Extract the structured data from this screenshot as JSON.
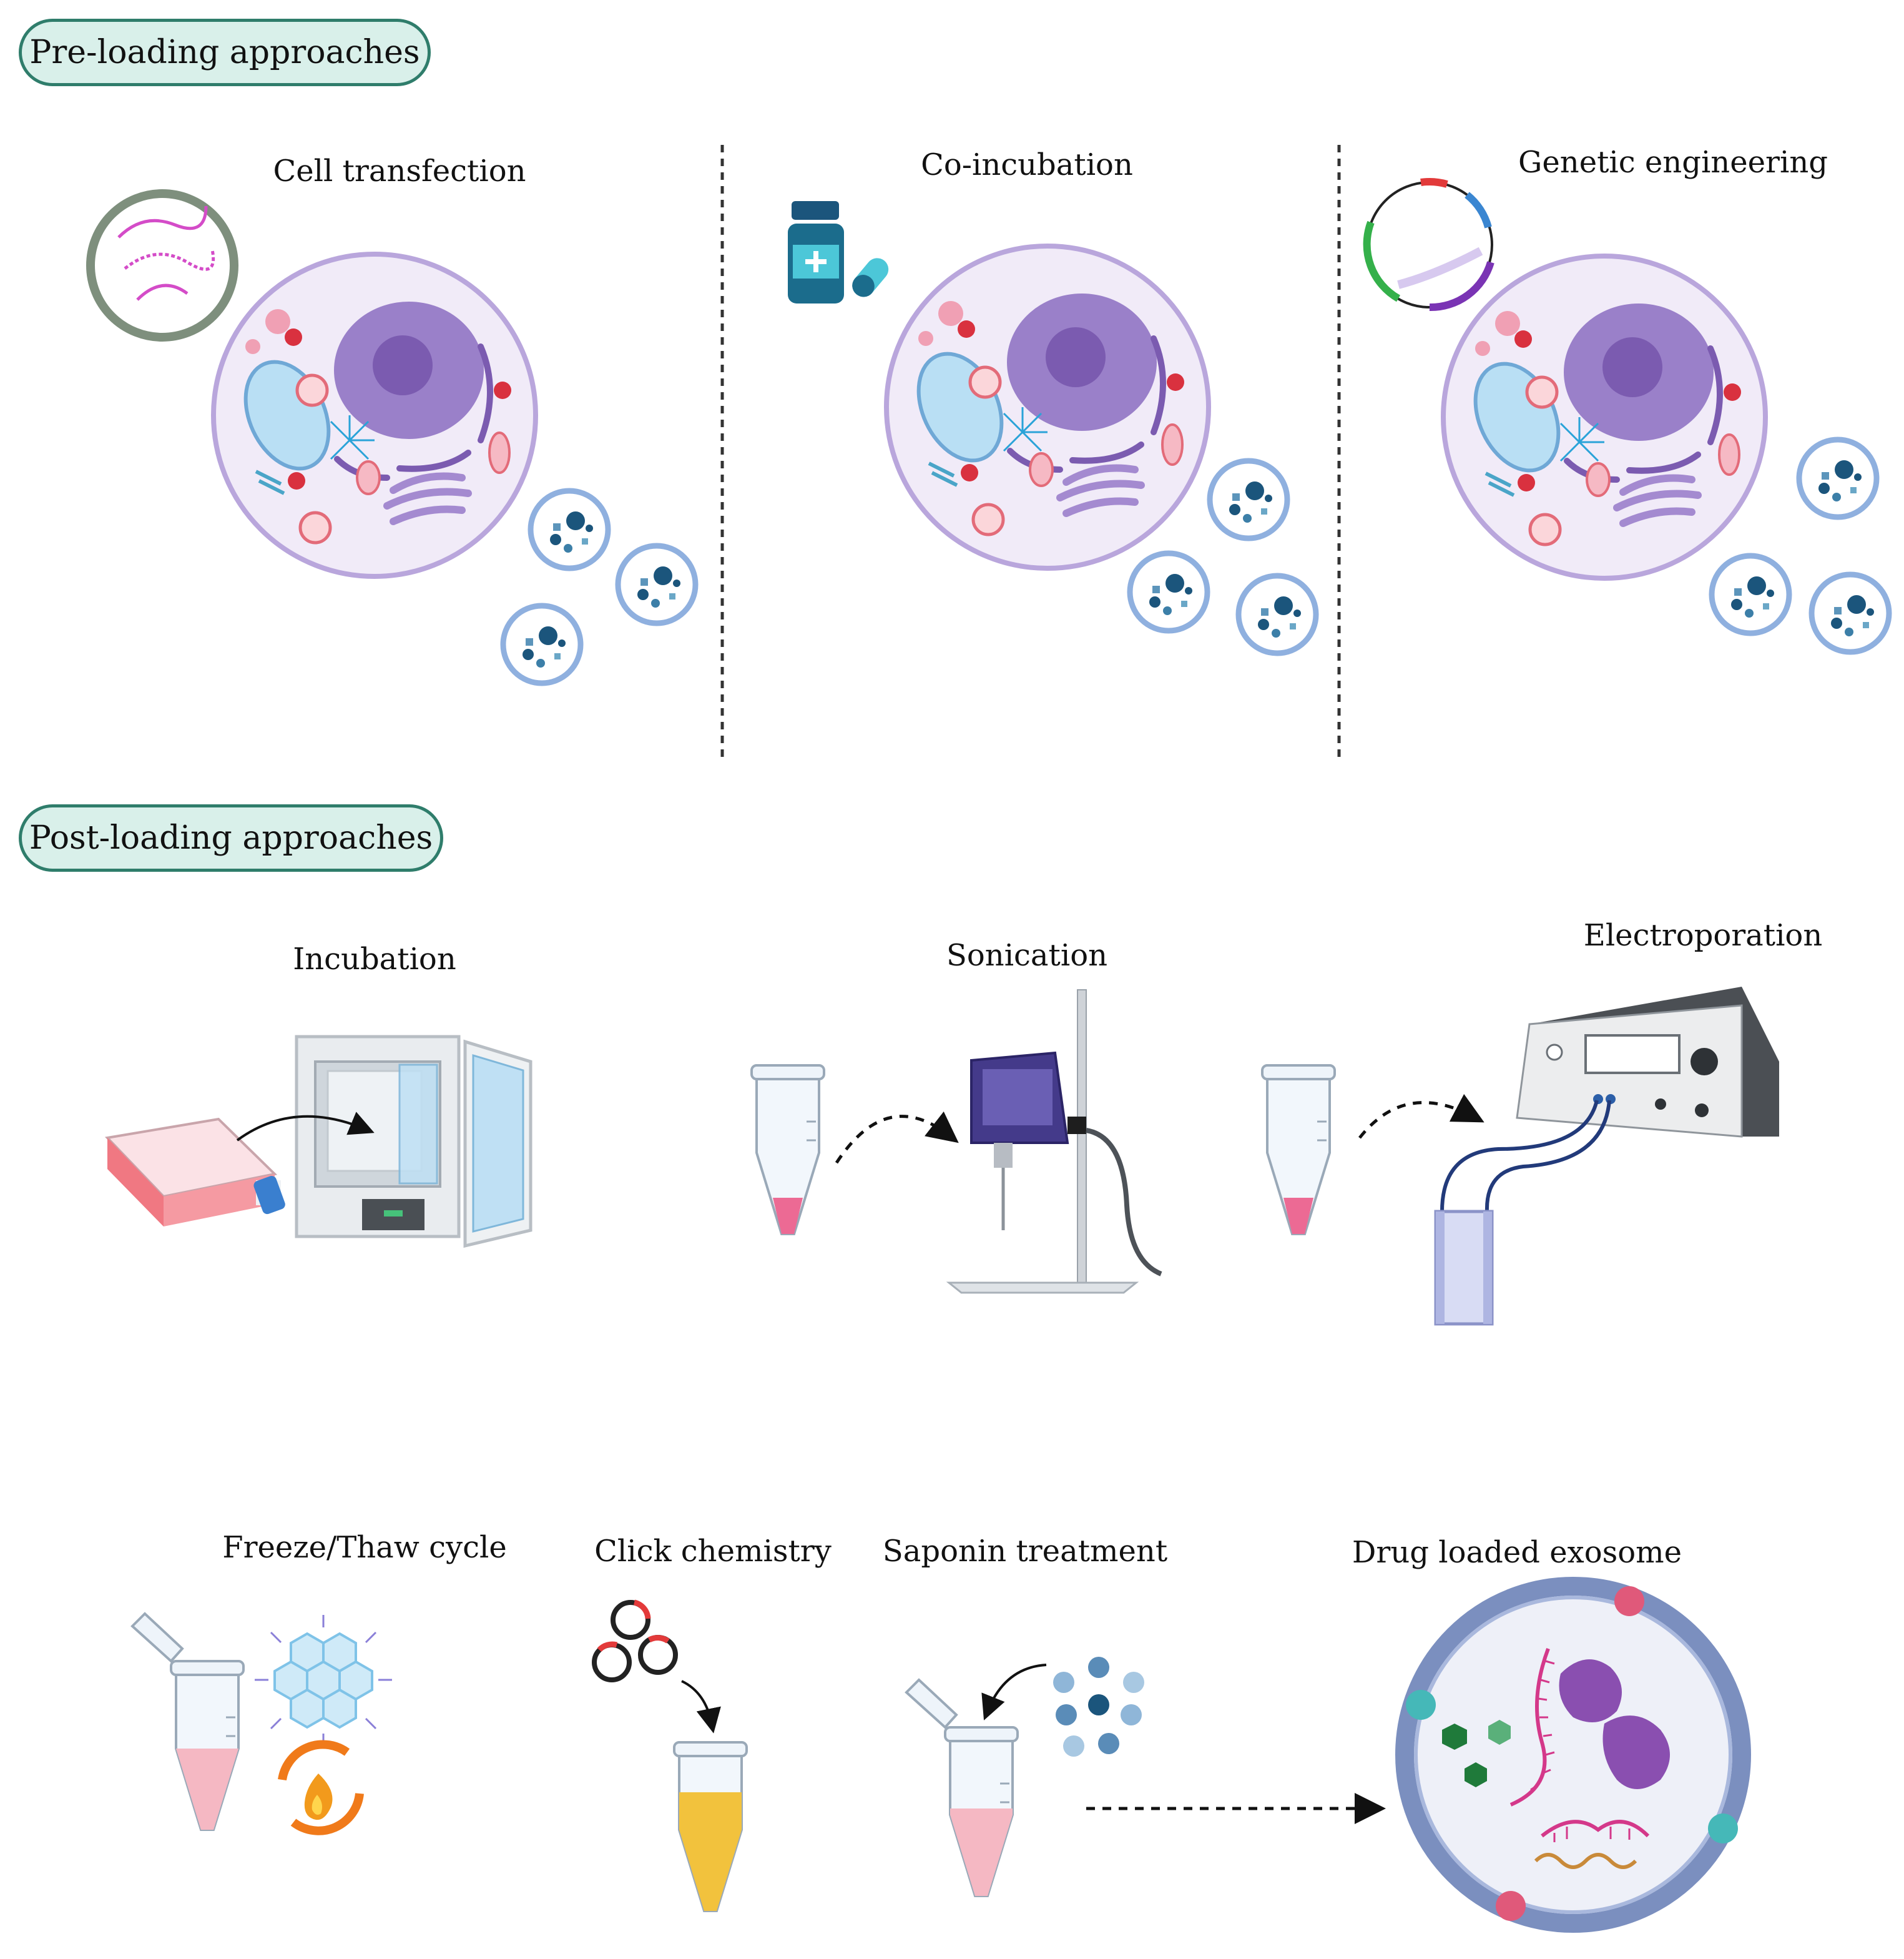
{
  "sections": {
    "pre": {
      "title": "Pre-loading approaches"
    },
    "post": {
      "title": "Post-loading approaches"
    }
  },
  "methods": {
    "cell_transfection": "Cell transfection",
    "co_incubation": "Co-incubation",
    "genetic_engineering": "Genetic engineering",
    "incubation": "Incubation",
    "sonication": "Sonication",
    "electroporation": "Electroporation",
    "freeze_thaw": "Freeze/Thaw cycle",
    "click_chemistry": "Click chemistry",
    "saponin": "Saponin treatment",
    "drug_loaded": "Drug loaded exosome"
  },
  "colors": {
    "pill_border": "#2f7d6b",
    "pill_fill": "#d9f0ea",
    "cell_membrane": "#b9a6dc",
    "cell_fill": "#f1ebf8",
    "nucleus": "#8d6cc0",
    "exosome_ring": "#8fb0df",
    "cargo_dark": "#1b557c",
    "sample_pink": "#f2a8b6",
    "click_yellow": "#f2c23d",
    "flame_orange": "#f07a1a"
  },
  "icons": [
    "plasmid-icon",
    "drug-bottle-icon",
    "capsule-icon",
    "incubator-icon",
    "culture-flask-icon",
    "microtube-icon",
    "sonicator-icon",
    "electroporator-icon",
    "cuvette-icon",
    "ice-crystal-icon",
    "flame-cycle-icon",
    "click-ring-icon",
    "bead-cluster-icon",
    "exosome-icon"
  ]
}
